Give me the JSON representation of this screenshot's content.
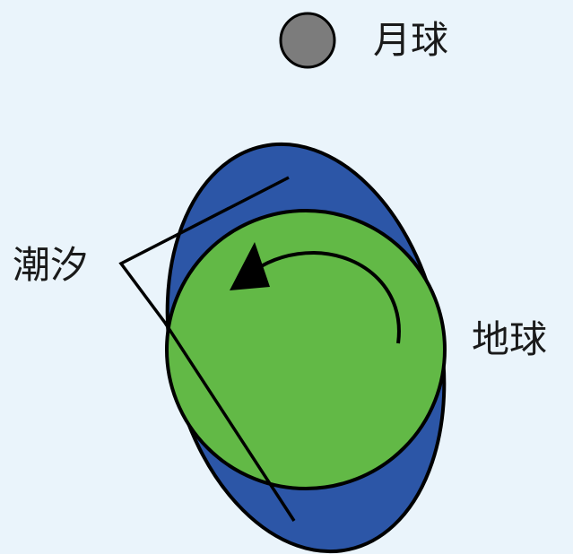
{
  "labels": {
    "moon": "月球",
    "earth": "地球",
    "tide": "潮汐"
  },
  "colors": {
    "background": "#eaf4fb",
    "moon_fill": "#7c7c7c",
    "tidal_bulge_fill": "#2c56a7",
    "earth_fill": "#62b946",
    "outline": "#000000"
  },
  "icons": {
    "rotation_arrow": "curved-arrow-with-triangle-head"
  }
}
